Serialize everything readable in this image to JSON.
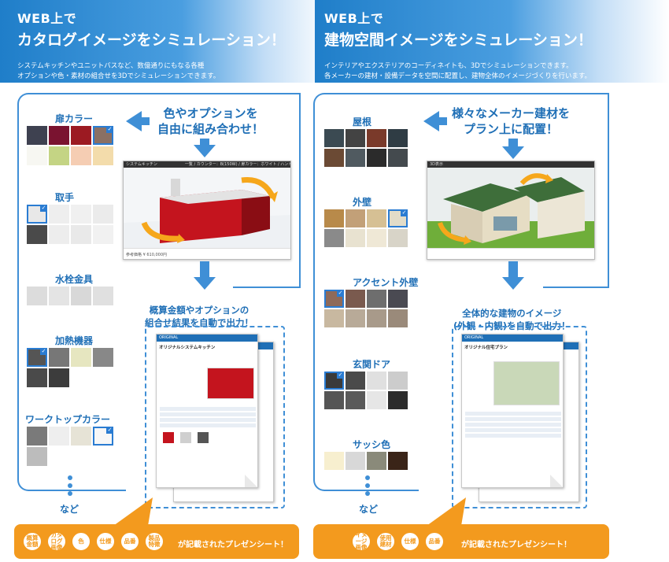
{
  "left": {
    "tag": "WEB上で",
    "title": "カタログイメージをシミュレーション！",
    "desc_line1": "システムキッチンやユニットバスなど、数億通りにもなる各種",
    "desc_line2": "オプションや色・素材の組合せを3Dでシミュレーションできます。",
    "categories": [
      {
        "label": "扉カラー",
        "swatches": [
          "#3e4150",
          "#7a1330",
          "#9c1a22",
          "#8a7064",
          "#f7f7f2",
          "#c4d484",
          "#f5cdb3",
          "#f3dcab"
        ],
        "selected": 3
      },
      {
        "label": "取手",
        "swatches": [
          "#e8e8e8",
          "#eeeeee",
          "#f0f0f0",
          "#ebebeb",
          "#4a4a4a",
          "#ededed",
          "#e9e9e9",
          "#f1f1f1"
        ],
        "selected": 0
      },
      {
        "label": "水栓金具",
        "swatches": [
          "#dcdcdc",
          "#e4e4e4",
          "#d8d8d8",
          "#e0e0e0"
        ],
        "selected": -1
      },
      {
        "label": "加熱機器",
        "swatches": [
          "#555555",
          "#777777",
          "#e6e6c0",
          "#888888",
          "#4a4a4a",
          "#3c3c3c"
        ],
        "selected": 0
      },
      {
        "label": "ワークトップカラー",
        "swatches": [
          "#7a7a7a",
          "#eeeeee",
          "#e6e3d6",
          "#f7f7f7",
          "#bcbcbc"
        ],
        "selected": 3
      }
    ],
    "callout_line1": "色やオプションを",
    "callout_line2": "自由に組み合わせ！",
    "screen_bar": "システムキッチン　　　　　　　一覧 / カウンター：B(150W) / 扉カラー：ホワイト / ハンドル",
    "screen_foot": "参考価格 ¥ 610,000円",
    "sub_line1": "概算金額やオプションの",
    "sub_line2": "組合せ結果を自動で出力！",
    "sheet_header": "ORIGINAL",
    "sheet_title": "オリジナルシステムキッチン",
    "etc": "など",
    "badges": [
      "概算金額",
      "カタログ画像",
      "色",
      "仕様",
      "品番",
      "製品特徴"
    ],
    "badge_suffix": "が記載されたプレゼンシート！"
  },
  "right": {
    "tag": "WEB上で",
    "title": "建物空間イメージをシミュレーション！",
    "desc_line1": "インテリアやエクステリアのコーディネイトも、3Dでシミュレーションできます。",
    "desc_line2": "各メーカーの建材・設備データを空間に配置し、建物全体のイメージづくりを行います。",
    "categories": [
      {
        "label": "屋根",
        "swatches": [
          "#3b4a52",
          "#434343",
          "#7a3a2a",
          "#2f3c44",
          "#6b4a34",
          "#505a60",
          "#2b2b2b",
          "#444a4e"
        ],
        "selected": -1
      },
      {
        "label": "外壁",
        "swatches": [
          "#b88a4a",
          "#c2a078",
          "#d6c094",
          "#e2dcc8",
          "#8a8a8a",
          "#e8e2d0",
          "#efe8d6",
          "#d8d4c8"
        ],
        "selected": 3
      },
      {
        "label": "アクセント外壁",
        "swatches": [
          "#8e6a5a",
          "#7a5a4e",
          "#6e6e6e",
          "#4a4a52",
          "#c8b8a0",
          "#b8aa98",
          "#a89a8a",
          "#9a8a7a"
        ],
        "selected": 0
      },
      {
        "label": "玄関ドア",
        "swatches": [
          "#3a3a3a",
          "#4a4a4a",
          "#e0e0e0",
          "#cccccc",
          "#555555",
          "#5a5a5a",
          "#e6e6e6",
          "#2c2c2c"
        ],
        "selected": 0
      },
      {
        "label": "サッシ色",
        "swatches": [
          "#f7efcf",
          "#d8d8d8",
          "#8a8a7a",
          "#3a2418"
        ],
        "selected": -1
      }
    ],
    "callout_line1": "様々なメーカー建材を",
    "callout_line2": "プラン上に配置！",
    "screen_bar": "3D表示",
    "sub_line1": "全体的な建物のイメージ",
    "sub_line2": "(外観・内観)を自動で出力！",
    "sheet_header": "ORIGINAL",
    "sheet_title": "オリジナル住宅プラン",
    "etc": "など",
    "badges": [
      "イメージ画像",
      "使用建材",
      "仕様",
      "品番"
    ],
    "badge_suffix": "が記載されたプレゼンシート！"
  }
}
